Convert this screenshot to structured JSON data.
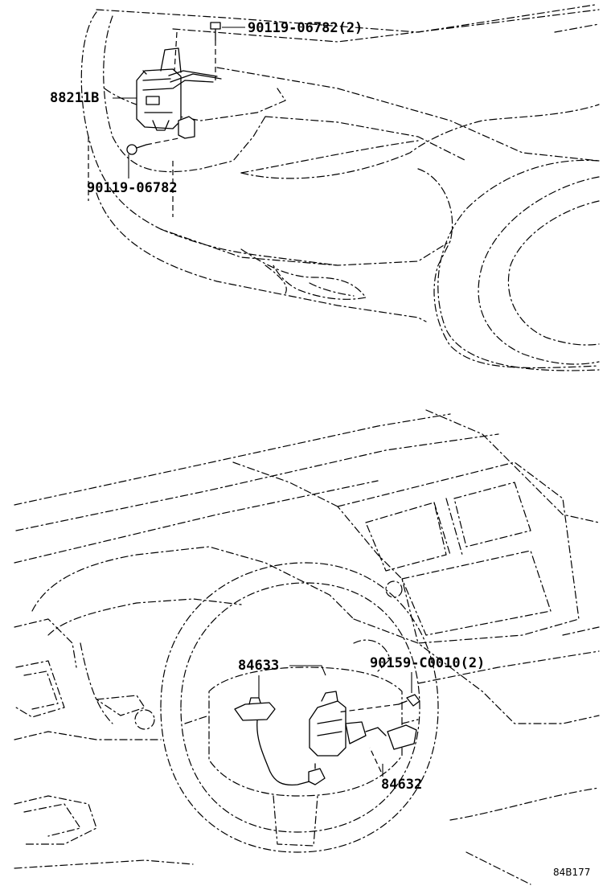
{
  "diagram": {
    "upper_view": {
      "callouts": {
        "bolt_top": "90119-06782(2)",
        "sensor": "88211B",
        "bolt_bottom": "90119-06782"
      }
    },
    "lower_view": {
      "callouts": {
        "switch_left": "84633",
        "screw": "90159-C0010(2)",
        "switch_right": "84632"
      }
    },
    "drawing_id": "84B177"
  }
}
